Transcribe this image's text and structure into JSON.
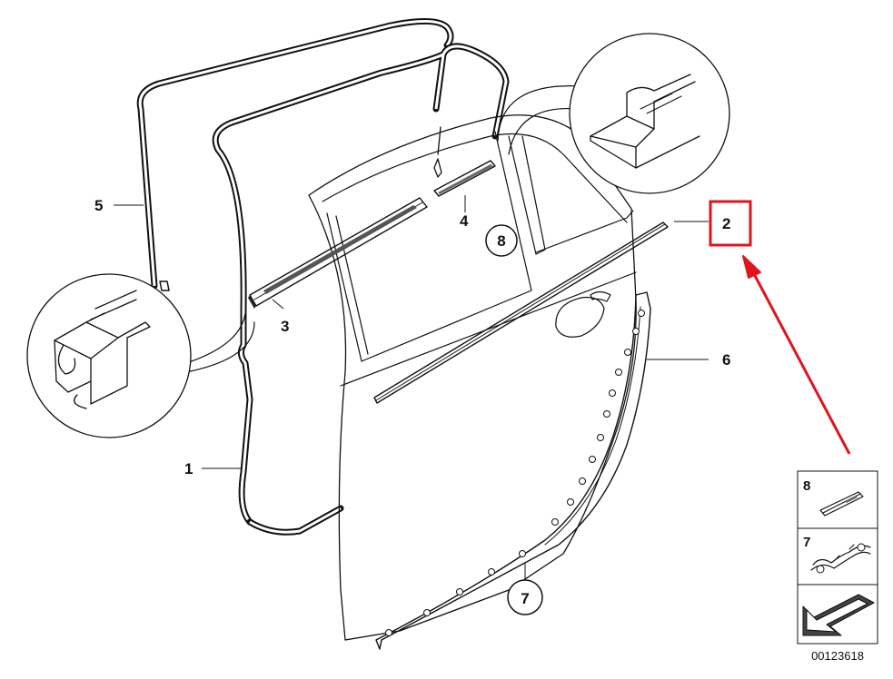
{
  "callouts": {
    "p1": "1",
    "p2": "2",
    "p3": "3",
    "p4": "4",
    "p5": "5",
    "p6": "6",
    "p7": "7",
    "p8": "8"
  },
  "legend": {
    "item8": "8",
    "item7": "7"
  },
  "doc_number": "00123618",
  "highlight_color": "#e0141e"
}
